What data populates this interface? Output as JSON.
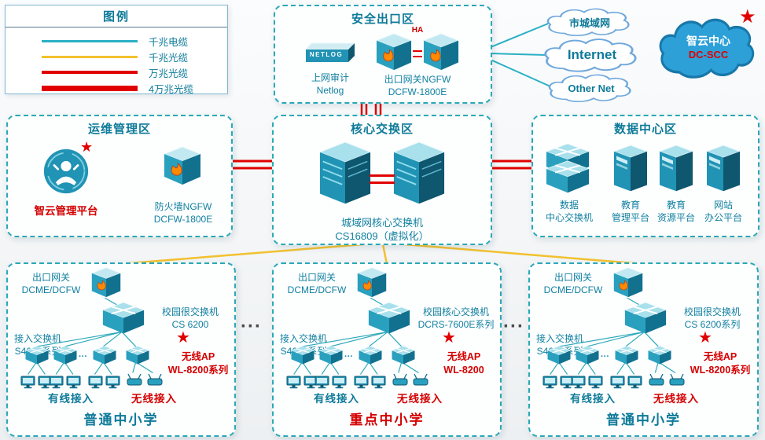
{
  "colors": {
    "teal_line": "#2ab0c5",
    "yellow_line": "#f2c12e",
    "red_line": "#e00000",
    "zone_border": "#2aa8b8",
    "title_text": "#0d7a99",
    "label_text": "#1180a0",
    "red_text": "#d40000",
    "cloud_blue": "#2da0d8"
  },
  "misc": {
    "star": "★",
    "ellipsis": "···"
  },
  "legend": {
    "title": "图例",
    "items": [
      {
        "label": "千兆电缆"
      },
      {
        "label": "千兆光缆"
      },
      {
        "label": "万兆光缆"
      },
      {
        "label": "4万兆光缆"
      }
    ]
  },
  "security_zone": {
    "title": "安全出口区",
    "device_text": "NETLOG",
    "audit_label1": "上网审计",
    "audit_label2": "Netlog",
    "ha": "HA",
    "gw_label1": "出口网关NGFW",
    "gw_label2": "DCFW-1800E"
  },
  "clouds": {
    "metro": "市城域网",
    "internet": "Internet",
    "other": "Other Net",
    "zhiyun_title": "智云中心",
    "zhiyun_sub": "DC-SCC"
  },
  "ops_zone": {
    "title": "运维管理区",
    "platform": "智云管理平台",
    "fw_label1": "防火墙NGFW",
    "fw_label2": "DCFW-1800E"
  },
  "core_zone": {
    "title": "核心交换区",
    "label1": "城域网核心交换机",
    "label2": "CS16809（虚拟化）"
  },
  "dc_zone": {
    "title": "数据中心区",
    "switch_label1": "数据",
    "switch_label2": "中心交换机",
    "servers": [
      {
        "l1": "教育",
        "l2": "管理平台"
      },
      {
        "l1": "教育",
        "l2": "资源平台"
      },
      {
        "l1": "网站",
        "l2": "办公平台"
      }
    ]
  },
  "schools": [
    {
      "gateway1": "出口网关",
      "gateway2": "DCME/DCFW",
      "campus1": "校园很交换机",
      "campus2": "CS 6200",
      "access1": "接入交换机",
      "access2": "S4600系列",
      "ap1": "无线AP",
      "ap2": "WL-8200系列",
      "wired": "有线接入",
      "wireless": "无线接入",
      "name": "普通中小学"
    },
    {
      "gateway1": "出口网关",
      "gateway2": "DCME/DCFW",
      "campus1": "校园核心交换机",
      "campus2": "DCRS-7600E系列",
      "access1": "接入交换机",
      "access2": "S4600系列",
      "ap1": "无线AP",
      "ap2": "WL-8200",
      "wired": "有线接入",
      "wireless": "无线接入",
      "name": "重点中小学"
    },
    {
      "gateway1": "出口网关",
      "gateway2": "DCME/DCFW",
      "campus1": "校园很交换机",
      "campus2": "CS 6200系列",
      "access1": "接入交换机",
      "access2": "S4600系列",
      "ap1": "无线AP",
      "ap2": "WL-8200系列",
      "wired": "有线接入",
      "wireless": "无线接入",
      "name": "普通中小学"
    }
  ]
}
